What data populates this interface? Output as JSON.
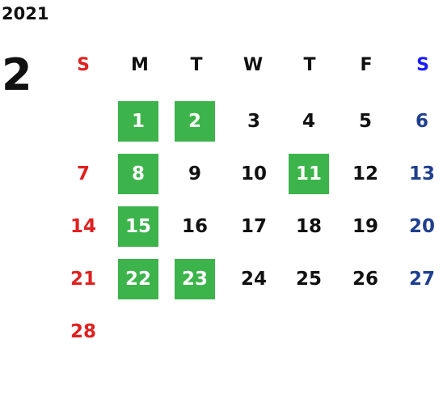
{
  "calendar": {
    "year": "2021",
    "month": "2",
    "weekdays": [
      "S",
      "M",
      "T",
      "W",
      "T",
      "F",
      "S"
    ],
    "first_weekday_index": 1,
    "days_in_month": 28,
    "highlighted_days": [
      1,
      2,
      8,
      11,
      15,
      22,
      23
    ],
    "colors": {
      "sunday": "#e02020",
      "saturday_header": "#1a1aff",
      "saturday_date": "#1f3f8f",
      "weekday": "#111111",
      "highlight_bg": "#3cb44b",
      "highlight_text": "#ffffff"
    }
  }
}
